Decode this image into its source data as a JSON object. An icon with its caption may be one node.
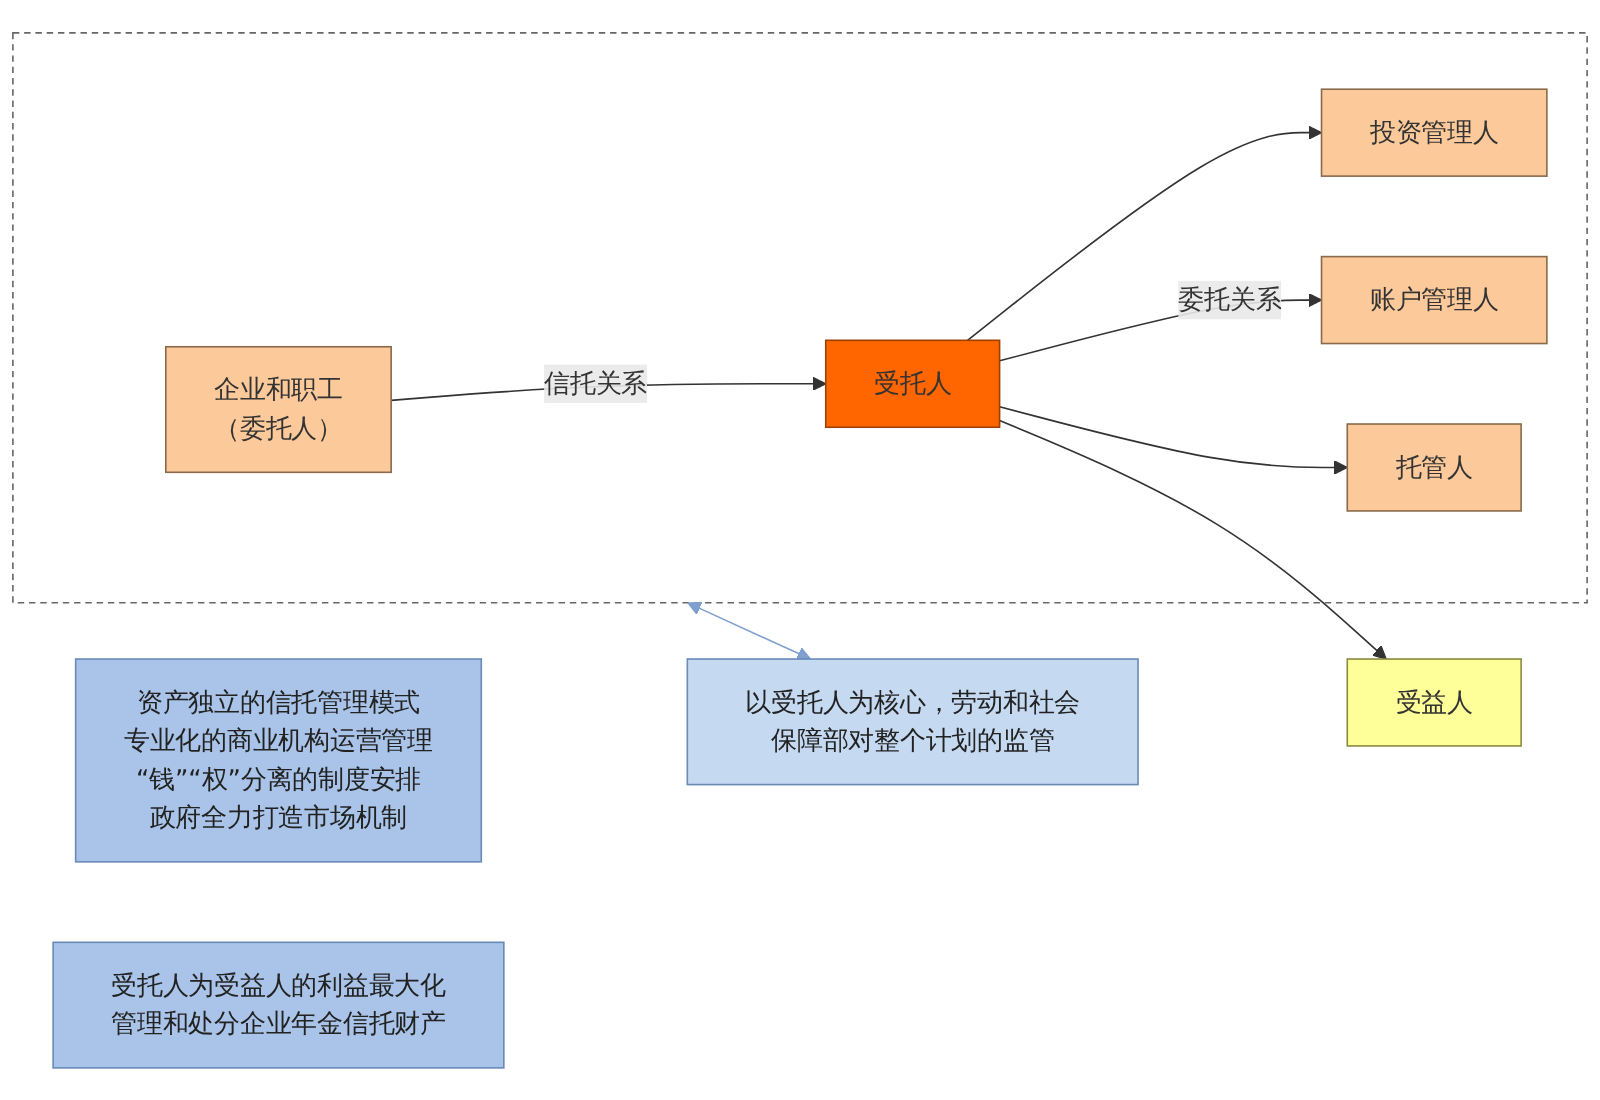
{
  "diagram": {
    "nodes": [
      {
        "text": [],
        "shape": "box"
      },
      {
        "text": [
          "企业和职工",
          "（委托人）"
        ],
        "in": 0
      },
      {
        "text": [
          "受托人"
        ],
        "in": 0
      },
      {
        "text": [
          "投资管理人"
        ],
        "in": 0
      },
      {
        "text": [
          "账户管理人"
        ],
        "in": 0
      },
      {
        "text": [
          "托管人"
        ],
        "in": 0
      },
      {
        "text": [
          "受益人"
        ]
      },
      {
        "text": [
          "资产独立的信托管理模式",
          "专业化的商业机构运营管理",
          "“钱”“权”分离的制度安排",
          "政府全力打造市场机制"
        ]
      },
      {
        "text": [
          "受托人为受益人的利益最大化管理和处分企业年金信托财产"
        ]
      },
      {
        "text": [
          "以受托人为核心，劳动和社会保障部对整个计划的监管"
        ]
      }
    ],
    "edges": [
      {
        "from": 1,
        "to": 2,
        "arrow": "to",
        "label": "信托关系"
      },
      {
        "from": 2,
        "to": 3,
        "arrow": "to"
      },
      {
        "from": 2,
        "to": 4,
        "arrow": "to",
        "label": "委托关系"
      },
      {
        "from": 2,
        "to": 5,
        "arrow": "to"
      },
      {
        "from": 2,
        "to": 6,
        "arrow": "to"
      },
      {
        "from": 0,
        "to": 9,
        "arrow": "both",
        "color": "#7f9fcf"
      }
    ]
  }
}
